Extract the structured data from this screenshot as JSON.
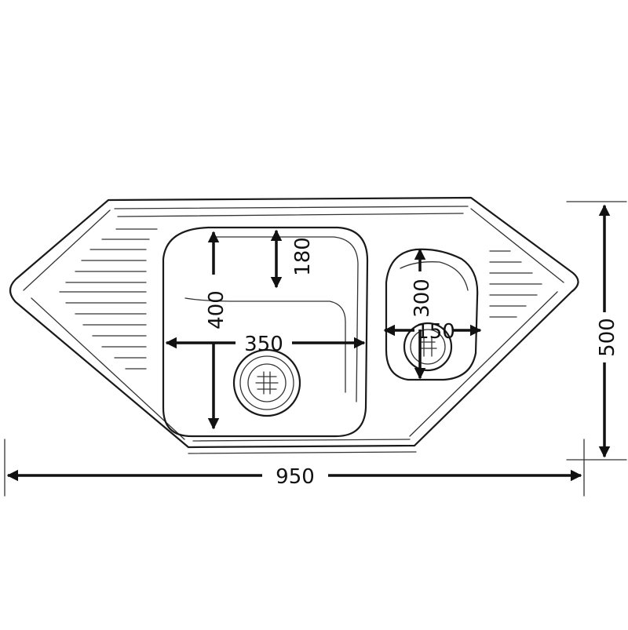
{
  "labels": {
    "overall_width": "950",
    "overall_depth": "500",
    "main_bowl_width": "350",
    "main_bowl_depth": "400",
    "main_bowl_inner": "180",
    "small_bowl_depth": "300",
    "small_bowl_width": "150"
  },
  "colors": {
    "line": "#111111",
    "background": "#ffffff"
  }
}
